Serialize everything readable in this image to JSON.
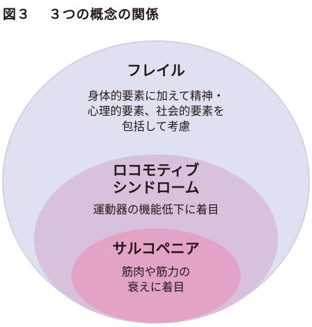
{
  "figure": {
    "number": "図３",
    "title": "３つの概念の関係"
  },
  "colors": {
    "outer_fill": "#dfe1f1",
    "outer_stroke": "#c8cbe2",
    "middle_fill": "#d8c1dc",
    "inner_fill": "#e2a3c6",
    "text": "#231815"
  },
  "concepts": {
    "frailty": {
      "name": "フレイル",
      "description": [
        "身体的要素に加えて精神・",
        "心理的要素、社会的要素を",
        "包括して考慮"
      ]
    },
    "locomotive": {
      "name": [
        "ロコモティブ",
        "シンドローム"
      ],
      "description": "運動器の機能低下に着目"
    },
    "sarcopenia": {
      "name": "サルコペニア",
      "description": [
        "筋肉や筋力の",
        "衰えに着目"
      ]
    }
  }
}
